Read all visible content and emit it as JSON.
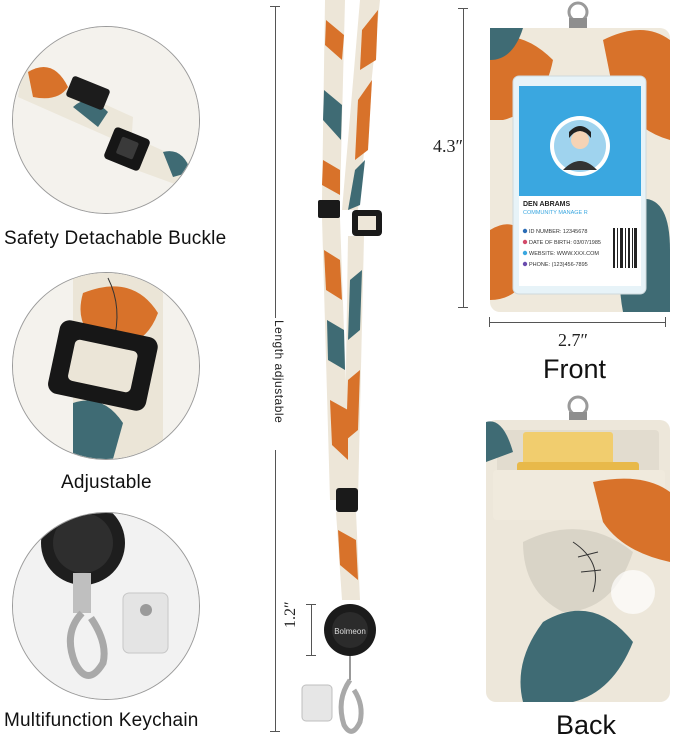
{
  "captions": {
    "buckle": "Safety Detachable Buckle",
    "adjustable": "Adjustable",
    "keychain": "Multifunction Keychain"
  },
  "dimensions": {
    "length_label": "Length  adjustable",
    "reel_size": "1.2″",
    "height": "4.3″",
    "width": "2.7″"
  },
  "views": {
    "front": "Front",
    "back": "Back"
  },
  "id_card": {
    "name": "DEN ABRAMS",
    "role": "COMMUNITY MANAGE R",
    "id_number": "ID NUMBER: 12345678",
    "birth": "DATE OF BIRTH: 03/07/1985",
    "website": "WEBSITE: WWW.XXX.COM",
    "phone": "PHONE: (123)456-7895"
  },
  "reel_brand": "Bolmeon",
  "colors": {
    "orange": "#d8722a",
    "teal": "#3f6b74",
    "cream": "#efe9dc",
    "card_blue": "#3aa7e0"
  }
}
